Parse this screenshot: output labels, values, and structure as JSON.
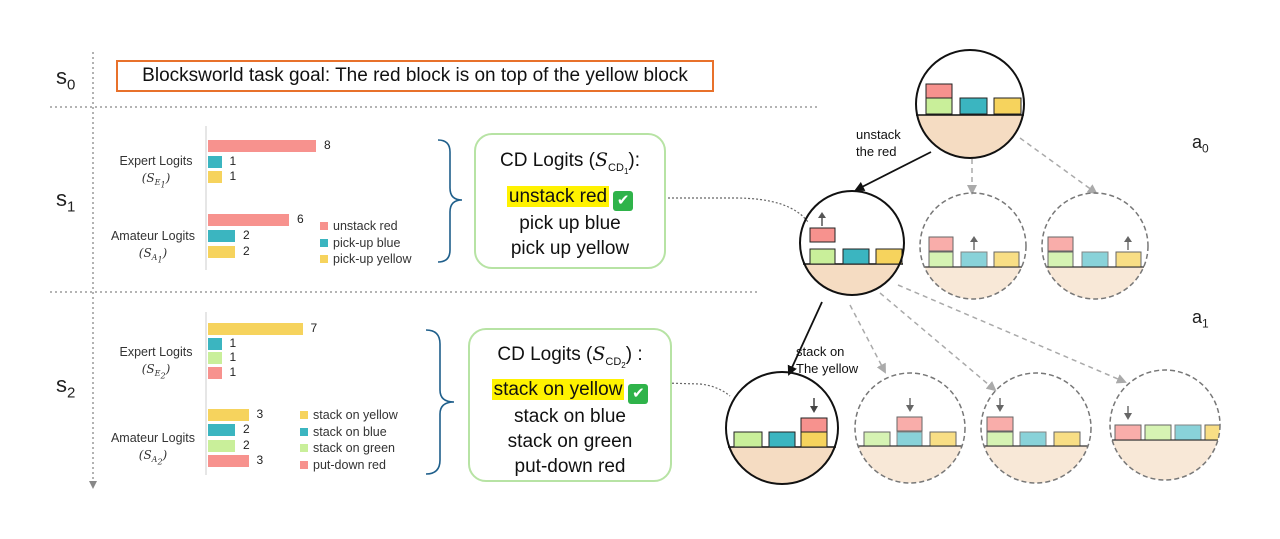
{
  "goal_text": "Blocksworld task goal: The red block is on top of the yellow block",
  "states": {
    "s0": {
      "base": "s",
      "sub": "0"
    },
    "s1": {
      "base": "s",
      "sub": "1"
    },
    "s2": {
      "base": "s",
      "sub": "2"
    }
  },
  "actions_axis": {
    "a0": {
      "base": "a",
      "sub": "0"
    },
    "a1": {
      "base": "a",
      "sub": "1"
    }
  },
  "colors": {
    "red": "#f7928e",
    "blue": "#3bb5c0",
    "green": "#c9ef9a",
    "yellow": "#f6d35d",
    "goal_border": "#e8712b",
    "cd_border": "#b7e3a4",
    "brace": "#1f5f8b",
    "ground": "#f5dcc2",
    "highlight": "#fff200",
    "check": "#2fb34a"
  },
  "s1": {
    "expert": {
      "label": "Expert Logits",
      "math_base": "S",
      "math_sub": "E",
      "math_subsub": "1"
    },
    "amateur": {
      "label": "Amateur Logits",
      "math_base": "S",
      "math_sub": "A",
      "math_subsub": "1"
    },
    "legend": [
      "unstack red",
      "pick-up blue",
      "pick-up yellow"
    ],
    "cd_title": "CD Logits (",
    "cd_math_base": "S",
    "cd_math_sub": "CD",
    "cd_math_subsub": "1",
    "cd_title_end": "):",
    "cd_items": [
      "unstack red",
      "pick up blue",
      "pick up yellow"
    ]
  },
  "s2": {
    "expert": {
      "label": "Expert Logits",
      "math_base": "S",
      "math_sub": "E",
      "math_subsub": "2"
    },
    "amateur": {
      "label": "Amateur Logits",
      "math_base": "S",
      "math_sub": "A",
      "math_subsub": "2"
    },
    "legend": [
      "stack on yellow",
      "stack on blue",
      "stack on green",
      "put-down red"
    ],
    "cd_title": "CD Logits (",
    "cd_math_base": "S",
    "cd_math_sub": "CD",
    "cd_math_subsub": "2",
    "cd_title_end": ") :",
    "cd_items": [
      "stack on yellow",
      "stack on blue",
      "stack on green",
      "put-down red"
    ]
  },
  "tree": {
    "edge1_label": [
      "unstack",
      "the red"
    ],
    "edge2_label": [
      "stack on",
      "The yellow"
    ]
  },
  "chart_data": [
    {
      "type": "bar",
      "orientation": "horizontal",
      "title": "Expert Logits",
      "categories": [
        "unstack red",
        "pick-up blue",
        "pick-up yellow"
      ],
      "values": [
        8,
        1,
        1
      ],
      "colors": [
        "#f7928e",
        "#3bb5c0",
        "#f6d35d"
      ]
    },
    {
      "type": "bar",
      "orientation": "horizontal",
      "title": "Amateur Logits",
      "categories": [
        "unstack red",
        "pick-up blue",
        "pick-up yellow"
      ],
      "values": [
        6,
        2,
        2
      ],
      "colors": [
        "#f7928e",
        "#3bb5c0",
        "#f6d35d"
      ]
    },
    {
      "type": "bar",
      "orientation": "horizontal",
      "title": "Expert Logits",
      "categories": [
        "stack on yellow",
        "stack on blue",
        "stack on green",
        "put-down red"
      ],
      "values": [
        7,
        1,
        1,
        1
      ],
      "colors": [
        "#f6d35d",
        "#3bb5c0",
        "#c9ef9a",
        "#f7928e"
      ]
    },
    {
      "type": "bar",
      "orientation": "horizontal",
      "title": "Amateur Logits",
      "categories": [
        "stack on yellow",
        "stack on blue",
        "stack on green",
        "put-down red"
      ],
      "values": [
        3,
        2,
        2,
        3
      ],
      "colors": [
        "#f6d35d",
        "#3bb5c0",
        "#c9ef9a",
        "#f7928e"
      ]
    }
  ]
}
